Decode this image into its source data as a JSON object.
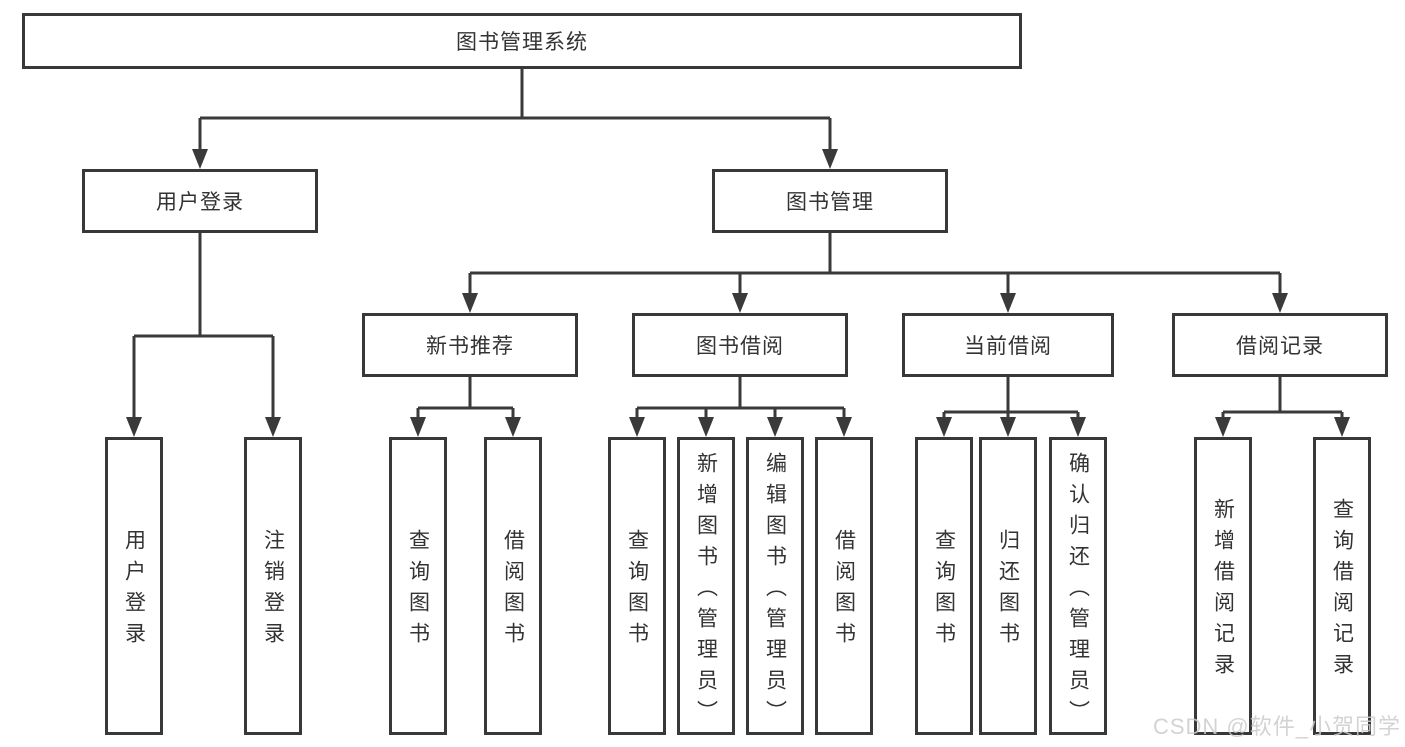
{
  "diagram": {
    "tree": {
      "root": {
        "label": "图书管理系统",
        "children": [
          {
            "label": "用户登录",
            "children": [
              {
                "label": "用户登录"
              },
              {
                "label": "注销登录"
              }
            ]
          },
          {
            "label": "图书管理",
            "children": [
              {
                "label": "新书推荐",
                "children": [
                  {
                    "label": "查询图书"
                  },
                  {
                    "label": "借阅图书"
                  }
                ]
              },
              {
                "label": "图书借阅",
                "children": [
                  {
                    "label": "查询图书"
                  },
                  {
                    "label": "新增图书（管理员）"
                  },
                  {
                    "label": "编辑图书（管理员）"
                  },
                  {
                    "label": "借阅图书"
                  }
                ]
              },
              {
                "label": "当前借阅",
                "children": [
                  {
                    "label": "查询图书"
                  },
                  {
                    "label": "归还图书"
                  },
                  {
                    "label": "确认归还（管理员）"
                  }
                ]
              },
              {
                "label": "借阅记录",
                "children": [
                  {
                    "label": "新增借阅记录"
                  },
                  {
                    "label": "查询借阅记录"
                  }
                ]
              }
            ]
          }
        ]
      }
    },
    "colors": {
      "line": "#3a3a3a",
      "border": "#383838",
      "text": "#333333",
      "background": "#ffffff"
    }
  },
  "watermark": {
    "text": "CSDN @软件_小贺同学",
    "color": "#cccccc"
  }
}
